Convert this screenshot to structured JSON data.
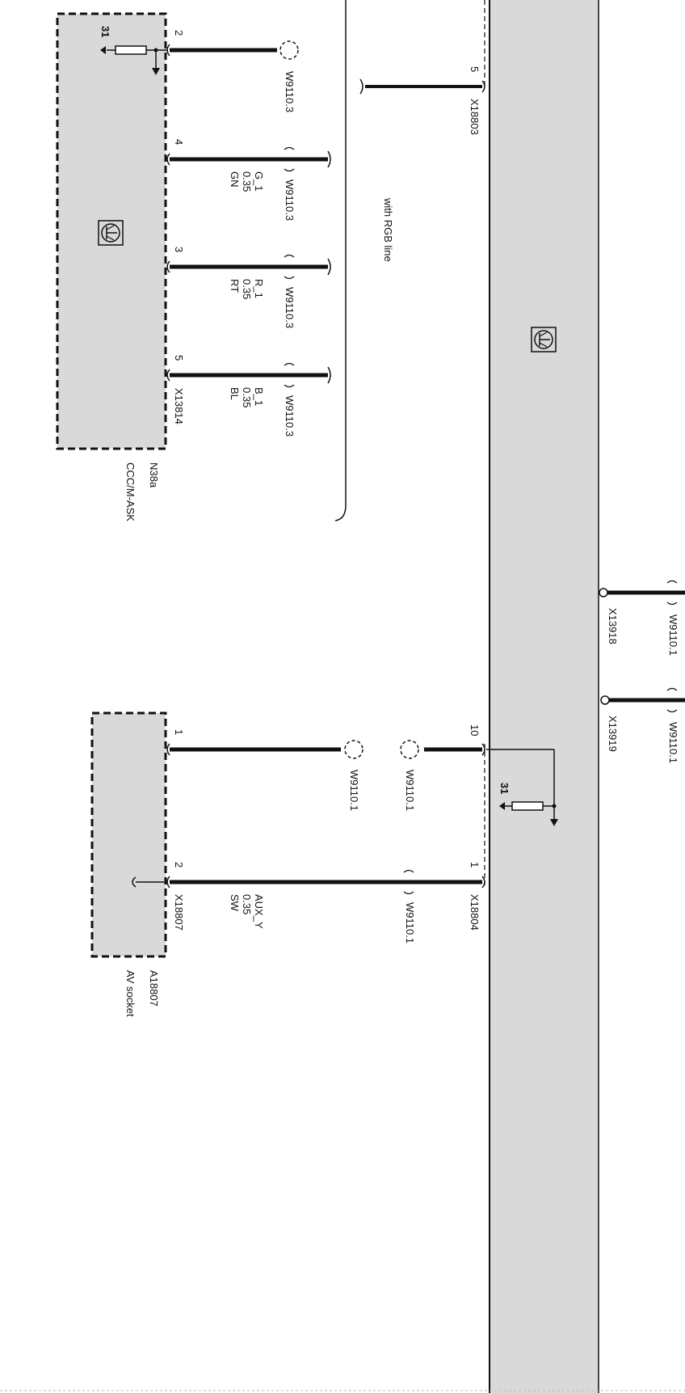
{
  "colors": {
    "module_fill": "#d9d9d9",
    "wire": "#111111",
    "background": "#ffffff"
  },
  "icons": {
    "main_module": "transistor-symbol-icon",
    "ccc_module": "transistor-symbol-icon",
    "ground": "ground-arrow-icon",
    "resistor": "resistor-icon"
  },
  "main_module": {
    "ground_pin": "31"
  },
  "connectors": {
    "x18803": {
      "label": "X18803",
      "pin": "5"
    },
    "x18804": {
      "label": "X18804",
      "pin_aux": "1",
      "pin_screen": "10"
    },
    "x13918": {
      "label": "X13918"
    },
    "x13919": {
      "label": "X13919"
    },
    "x13814": {
      "label": "X13814"
    },
    "x18807": {
      "label": "X18807"
    }
  },
  "annotations": {
    "rgb_line": "with RGB line"
  },
  "ccc_module": {
    "id": "N38a",
    "name": "CCC/M-ASK",
    "ground_pin": "31",
    "pins": {
      "shield": "2",
      "g": "4",
      "r": "3",
      "b": "5"
    }
  },
  "av_socket": {
    "id": "A18807",
    "name": "AV socket",
    "pins": {
      "screen": "1",
      "aux": "2"
    }
  },
  "wires": {
    "shield_ccc": {
      "ref": "W9110.3"
    },
    "g": {
      "ref": "W9110.3",
      "signal": "G_1",
      "size": "0.35",
      "color": "GN"
    },
    "r": {
      "ref": "W9110.3",
      "signal": "R_1",
      "size": "0.35",
      "color": "RT"
    },
    "b": {
      "ref": "W9110.3",
      "signal": "B_1",
      "size": "0.35",
      "color": "BL"
    },
    "x13918_wire": {
      "ref": "W9110.1"
    },
    "x13919_wire": {
      "ref": "W9110.1"
    },
    "av_screen": {
      "ref": "W9110.1"
    },
    "module_screen": {
      "ref": "W9110.1"
    },
    "aux": {
      "ref": "W9110.1",
      "signal": "AUX_Y",
      "size": "0.35",
      "color": "SW"
    }
  }
}
